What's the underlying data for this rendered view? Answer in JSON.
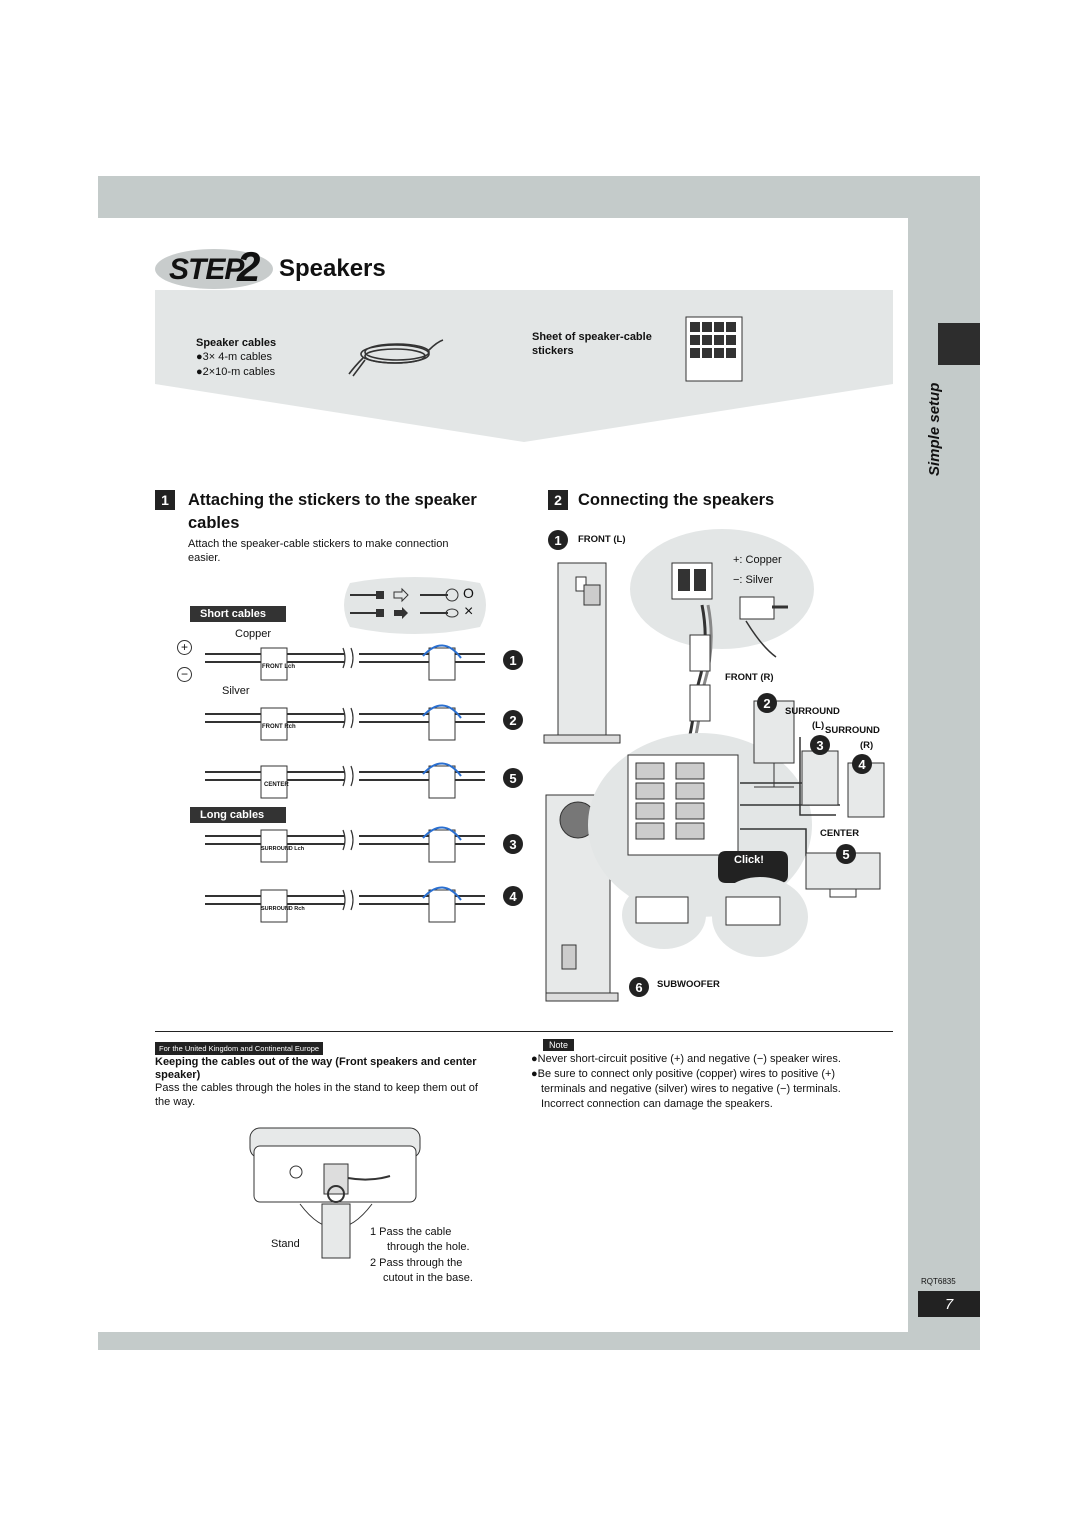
{
  "step": {
    "word": "STEP",
    "number": "2",
    "title": "Speakers"
  },
  "sidebar": {
    "section": "Simple setup"
  },
  "accessories": {
    "cables_label": "Speaker cables",
    "cables_items": [
      "●3× 4-m cables",
      "●2×10-m cables"
    ],
    "stickers_label_line1": "Sheet of speaker-cable",
    "stickers_label_line2": "stickers"
  },
  "section1": {
    "number": "1",
    "title_line1": "Attaching the stickers to the speaker",
    "title_line2": "cables",
    "desc_line1": "Attach the speaker-cable stickers to make connection",
    "desc_line2": "easier.",
    "short_cables": "Short cables",
    "long_cables": "Long cables",
    "copper": "Copper",
    "silver": "Silver",
    "plus": "+",
    "minus": "−",
    "ok": "O",
    "ng": "×",
    "cables": [
      {
        "num": "1",
        "tag": "FRONT Lch"
      },
      {
        "num": "2",
        "tag": "FRONT Rch"
      },
      {
        "num": "5",
        "tag": "CENTER"
      },
      {
        "num": "3",
        "tag": "SURROUND Lch"
      },
      {
        "num": "4",
        "tag": "SURROUND Rch"
      }
    ]
  },
  "section2": {
    "number": "2",
    "title": "Connecting the speakers",
    "front_l": "FRONT (L)",
    "front_r": "FRONT (R)",
    "surround_l_1": "SURROUND",
    "surround_l_2": "(L)",
    "surround_r_1": "SURROUND",
    "surround_r_2": "(R)",
    "center": "CENTER",
    "subwoofer": "SUBWOOFER",
    "click": "Click!",
    "copper_legend": "+: Copper",
    "silver_legend": "−: Silver",
    "num_front_l": "1",
    "num_front_r": "2",
    "num_surround_l": "3",
    "num_surround_r": "4",
    "num_center": "5",
    "num_subwoofer": "6"
  },
  "footer_left": {
    "region": "For the United Kingdom and Continental Europe",
    "heading_line1": "Keeping the cables out of the way (Front speakers and center",
    "heading_line2": "speaker)",
    "text_line1": "Pass the cables through the holes in the stand to keep them out of",
    "text_line2": "the way.",
    "stand": "Stand",
    "step1_line1": "1  Pass the cable",
    "step1_line2": "through the hole.",
    "step2_line1": "2  Pass through the",
    "step2_line2": "cutout in the base."
  },
  "note": {
    "label": "Note",
    "line1": "●Never short-circuit positive (+) and negative (−) speaker wires.",
    "line2": "●Be sure to connect only positive (copper) wires to positive (+)",
    "line3": "terminals and negative (silver) wires to negative (−) terminals.",
    "line4": "Incorrect connection can damage the speakers."
  },
  "page": {
    "code": "RQT6835",
    "number": "7"
  }
}
